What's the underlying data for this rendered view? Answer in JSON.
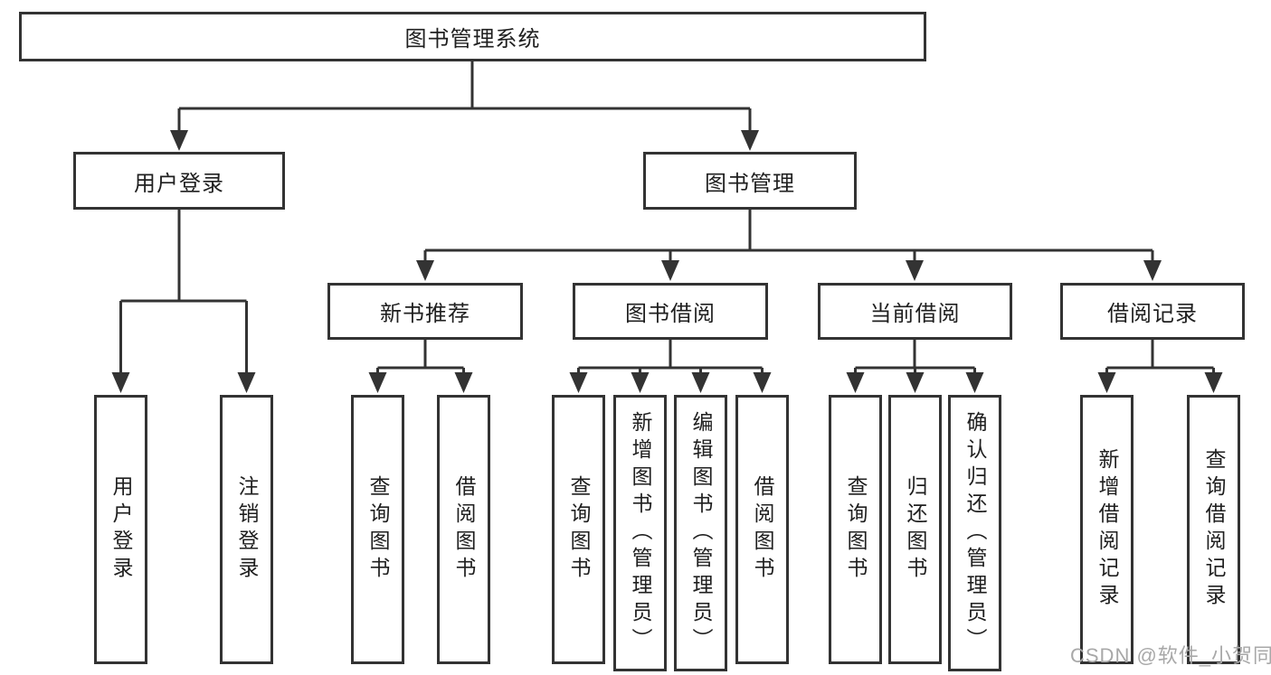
{
  "diagram": {
    "root": {
      "label": "图书管理系统"
    },
    "branches": [
      {
        "label": "用户登录",
        "children": [
          {
            "label": "用户登录"
          },
          {
            "label": "注销登录"
          }
        ]
      },
      {
        "label": "图书管理",
        "sections": [
          {
            "label": "新书推荐",
            "children": [
              {
                "label": "查询图书"
              },
              {
                "label": "借阅图书"
              }
            ]
          },
          {
            "label": "图书借阅",
            "children": [
              {
                "label": "查询图书"
              },
              {
                "label": "新增图书（管理员）"
              },
              {
                "label": "编辑图书（管理员）"
              },
              {
                "label": "借阅图书"
              }
            ]
          },
          {
            "label": "当前借阅",
            "children": [
              {
                "label": "查询图书"
              },
              {
                "label": "归还图书"
              },
              {
                "label": "确认归还（管理员）"
              }
            ]
          },
          {
            "label": "借阅记录",
            "children": [
              {
                "label": "新增借阅记录"
              },
              {
                "label": "查询借阅记录"
              }
            ]
          }
        ]
      }
    ]
  },
  "watermark": {
    "text": "CSDN @软件_小贺同学"
  },
  "colors": {
    "line": "#333333",
    "text": "#1f1f1f",
    "watermark": "#a8a8a8",
    "background": "#ffffff"
  }
}
